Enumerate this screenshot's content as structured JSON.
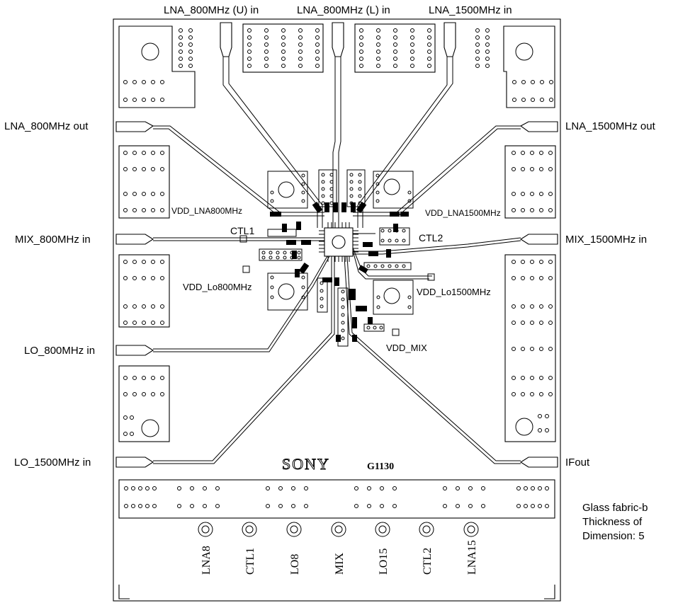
{
  "board": {
    "logo_text": "SONY",
    "part_number": "G1130",
    "bottom_pins": [
      "LNA8",
      "CTL1",
      "LO8",
      "MIX",
      "LO15",
      "CTL2",
      "LNA15"
    ]
  },
  "ports": {
    "top": [
      "LNA_800MHz (U) in",
      "LNA_800MHz (L) in",
      "LNA_1500MHz in"
    ],
    "left": [
      "LNA_800MHz out",
      "MIX_800MHz in",
      "LO_800MHz in",
      "LO_1500MHz in"
    ],
    "right": [
      "LNA_1500MHz out",
      "MIX_1500MHz in",
      "IFout"
    ]
  },
  "internal_labels": {
    "vdd_lna800": "VDD_LNA800MHz",
    "vdd_lna1500": "VDD_LNA1500MHz",
    "ctl1": "CTL1",
    "ctl2": "CTL2",
    "vdd_lo800": "VDD_Lo800MHz",
    "vdd_lo1500": "VDD_Lo1500MHz",
    "vdd_mix": "VDD_MIX"
  },
  "notes": [
    "Glass fabric-b",
    "Thickness of",
    "Dimension: 5"
  ]
}
